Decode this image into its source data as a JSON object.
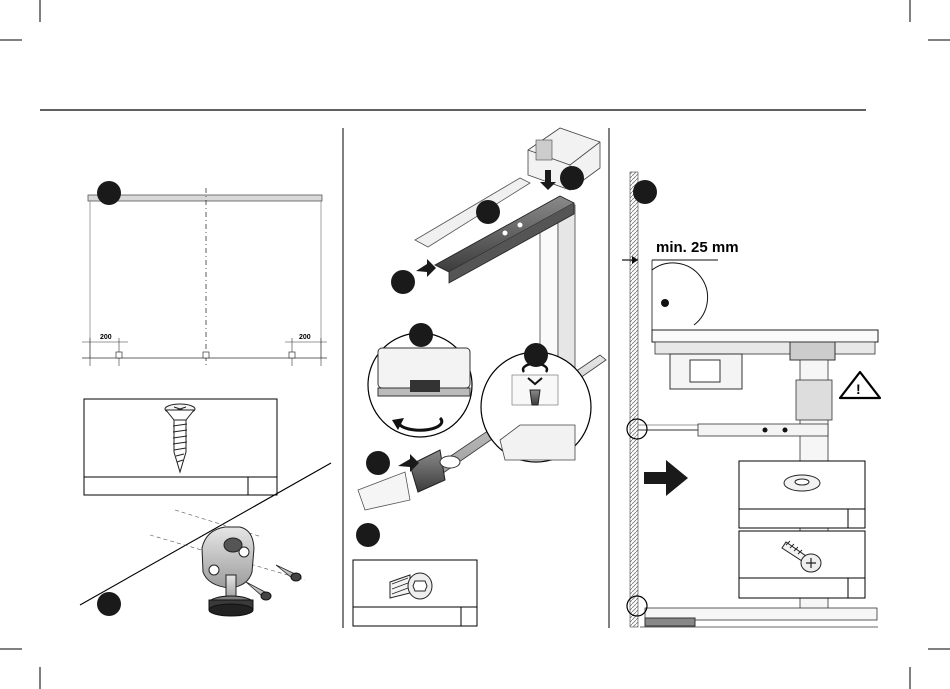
{
  "panel_left": {
    "dimensions": {
      "left_offset": "200",
      "right_offset": "200"
    },
    "parts_box": {
      "part_icon": "wood-screw-icon"
    },
    "hardware_icon": "foot-bracket-icon"
  },
  "panel_middle": {
    "parts_box": {
      "part_icon": "hex-socket-bolt-icon"
    }
  },
  "panel_right": {
    "clearance_label": "min. 25 mm",
    "warning_icon": "warning-triangle-icon",
    "warning_symbol": "!",
    "parts_boxes": [
      {
        "part_icon": "washer-icon"
      },
      {
        "part_icon": "self-tapping-screw-icon"
      }
    ],
    "direction_icon": "arrow-right-icon"
  }
}
